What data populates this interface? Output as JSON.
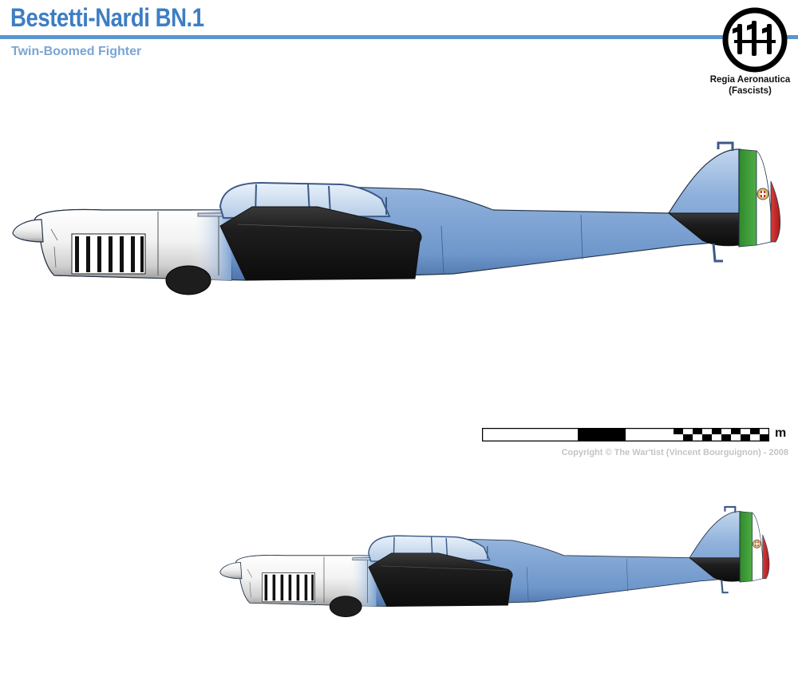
{
  "header": {
    "title": "Bestetti-Nardi BN.1",
    "subtitle": "Twin-Boomed Fighter"
  },
  "faction": {
    "line1": "Regia Aeronautica",
    "line2": "(Fascists)",
    "icon": "fasces-roundel-icon"
  },
  "scale": {
    "unit": "m"
  },
  "credit": {
    "copyright": "Copyright © The War'tist (Vincent Bourguignon) - 2008"
  },
  "colors": {
    "title_blue": "#3d7ec4",
    "rule_blue": "#5a95cf",
    "subtitle_blue": "#7aa5d3",
    "airframe_blue": "#7fa5d4",
    "panel_black": "#1b1b1b",
    "flag_green": "#3f9a3a",
    "flag_white": "#ffffff",
    "flag_red": "#cc2a2a"
  },
  "views": [
    {
      "icon": "aircraft-side-view-large"
    },
    {
      "icon": "aircraft-side-view-small"
    }
  ]
}
